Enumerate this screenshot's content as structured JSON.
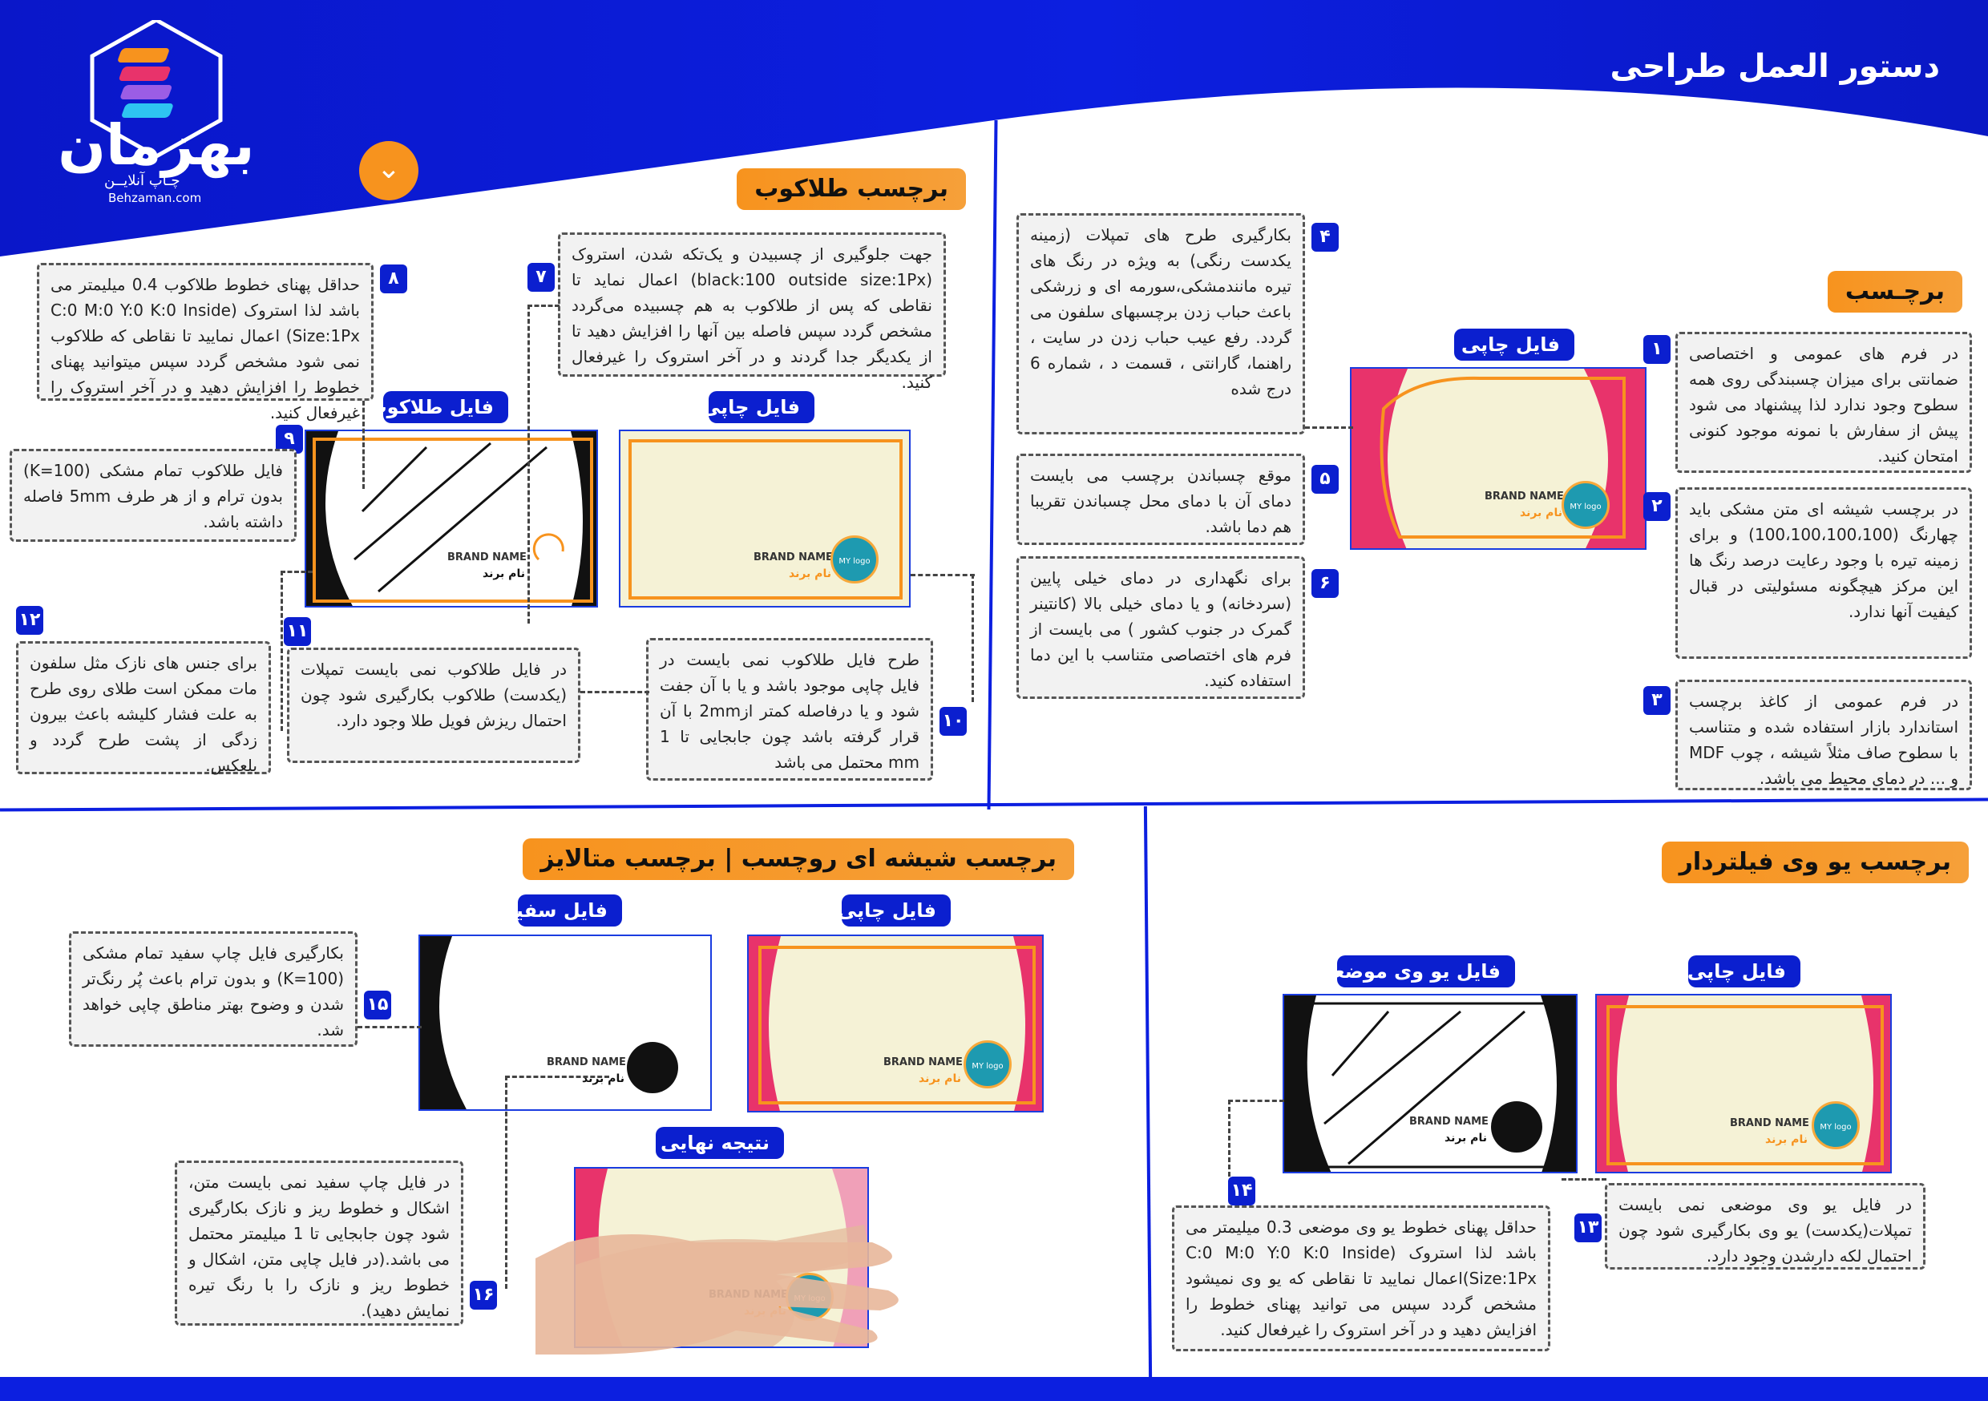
{
  "header": {
    "title_small": "دستور العمل طراحی",
    "title_big": "برچسب",
    "logo_name": "بهزمان",
    "logo_sub": "چـاپ آنلایــن",
    "logo_url": "Behzaman.com",
    "chevron": "⌄"
  },
  "sections": {
    "sticker": "برچـسب",
    "gold_foil": "برچسب طلاکوب",
    "glass_metallic": "برچسب شیشه ای روچسب | برچسب متالایز",
    "uv_filter": "برچسب یو وی فیلتردار"
  },
  "labels": {
    "print_file": "فایل چاپی",
    "foil_file": "فایل طلاکوب",
    "white_file": "فایل سفید",
    "spot_uv_file": "فایل یو وی موضعی",
    "final_result": "نتیجه نهایی"
  },
  "card_text": {
    "brand_name": "BRAND NAME",
    "brand_fa": "نام برند",
    "my_logo": "MY logo"
  },
  "notes": {
    "n1": {
      "num": "۱",
      "text": "در فرم های عمومی و اختصاصی ضمانتی برای میزان چسبندگی روی همه سطوح وجود ندارد لذا پیشنهاد می شود پیش از سفارش با نمونه موجود کنونی امتحان کنید."
    },
    "n2": {
      "num": "۲",
      "text": "در برچسب شیشه ای متن مشکی باید چهارنگ (100،100،100،100) و برای زمینه تیره با وجود رعایت درصد رنگ ها این مرکز هیچگونه مسئولیتی در قبال کیفیت آنها ندارد."
    },
    "n3": {
      "num": "۳",
      "text": "در فرم عمومی از کاغذ برچسب استاندارد بازار استفاده شده و متناسب با سطوح صاف مثلاً شیشه ، چوب MDF و ... در دمای محیط می باشد."
    },
    "n4": {
      "num": "۴",
      "text": "بکارگیری طرح های تمپلات (زمینه یکدست رنگی) به ویژه در رنگ های تیره مانندمشکی،سورمه ای و زرشکی باعث حباب زدن برچسبهای سلفون می گردد. رفع عیب حباب زدن در سایت ، راهنما، گارانتی ، قسمت د ، شماره 6 درج شده"
    },
    "n5": {
      "num": "۵",
      "text": "موقع چسباندن برچسب می بایست دمای آن با دمای محل چسباندن تقریبا هم دما باشد."
    },
    "n6": {
      "num": "۶",
      "text": "برای نگهداری در دمای خیلی پایین (سردخانه) و یا دمای خیلی بالا (کانتینر گمرک در جنوب کشور ) می بایست از فرم های اختصاصی متناسب با این دما استفاده کنید."
    },
    "n7": {
      "num": "۷",
      "text": "جهت جلوگیری از چسبیدن و یک‌تکه شدن، استروک (black:100 outside size:1Px) اعمال نماید تا نقاطی که پس از طلاکوب به هم چسبیده می‌گردد مشخص گردد سپس فاصله بین آنها را افزایش دهید تا از یکدیگر جدا گردند و در آخر استروک را غیرفعال کنید."
    },
    "n8": {
      "num": "۸",
      "text": "حداقل پهنای خطوط طلاکوب 0.4 میلیمتر می باشد لذا استروک (C:0 M:0 Y:0 K:0 Inside Size:1Px) اعمال نمایید تا نقاطی که طلاکوب نمی شود مشخص گردد سپس میتوانید پهنای خطوط را افزایش دهید و در آخر استروک را غیرفعال کنید."
    },
    "n9": {
      "num": "۹",
      "text": "فایل طلاکوب تمام مشکی (K=100) بدون ترام و از هر طرف 5mm فاصله داشته باشد."
    },
    "n10": {
      "num": "۱۰",
      "text": "طرح فایل طلاکوب نمی بایست در فایل چاپی موجود باشد و یا با آن جفت شود و یا درفاصله کمتر از2mm با آن قرار گرفته باشد چون جابجایی تا 1 mm محتمل می باشد"
    },
    "n11": {
      "num": "۱۱",
      "text": "در فایل طلاکوب نمی بایست تمپلات (یکدست) طلاکوب بکارگیری شود چون احتمال ریزش فویل طلا وجود دارد."
    },
    "n12": {
      "num": "۱۲",
      "text": "برای جنس های نازک مثل سلفون مات ممکن است طلای روی طرح به علت فشار کلیشه باعث بیرون زدگی از پشت طرح گردد و بلعکس."
    },
    "n13": {
      "num": "۱۳",
      "text": "در فایل یو وی موضعی نمی بایست تمپلات(یکدست) یو وی بکارگیری شود چون احتمال لکه دارشدن وجود دارد."
    },
    "n14": {
      "num": "۱۴",
      "text": "حداقل پهنای خطوط یو وی موضعی 0.3 میلیمتر می باشد لذا استروک (C:0 M:0 Y:0 K:0 Inside Size:1Px)اعمال نمایید تا نقاطی که یو وی نمیشود مشخص گردد سپس می توانید پهنای خطوط را افزایش دهید و در آخر استروک را غیرفعال کنید."
    },
    "n15": {
      "num": "۱۵",
      "text": "بکارگیری فایل چاپ سفید تمام مشکی (K=100) و بدون ترام باعث پُر رنگ‌تر شدن و وضوح بهتر مناطق چاپی خواهد شد."
    },
    "n16": {
      "num": "۱۶",
      "text": "در فایل چاپ سفید نمی بایست متن، اشکال و خطوط ریز و نازک بکارگیری شود چون جابجایی تا 1 میلیمتر محتمل می باشد.(در فایل چاپی متن، اشکال و خطوط ریز و نازک را با رنگ تیره نمایش دهید)."
    }
  },
  "colors": {
    "blue": "#0c1fe0",
    "orange": "#f7931e",
    "pink": "#e8336b",
    "cream": "#f5f2d6"
  }
}
